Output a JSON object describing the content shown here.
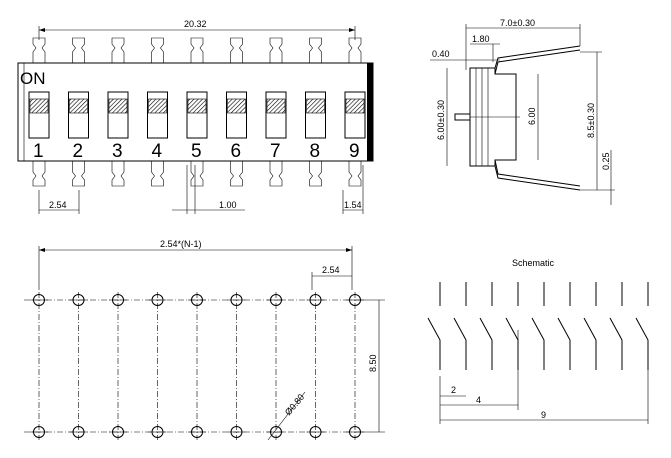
{
  "top_view": {
    "on_label": "ON",
    "switch_numbers": [
      "1",
      "2",
      "3",
      "4",
      "5",
      "6",
      "7",
      "8",
      "9"
    ],
    "dim_total_width": "20.32",
    "dim_pitch": "2.54",
    "dim_slider": "1.00",
    "dim_edge": "1.54"
  },
  "side_view": {
    "dim_depth": "7.0±0.30",
    "dim_lead_a": "0.40",
    "dim_lead_b": "1.80",
    "dim_body_height": "6.00±0.30",
    "dim_inner_height": "6.00",
    "dim_total_height": "8.5±0.30",
    "dim_pin": "0.25"
  },
  "footprint": {
    "dim_span": "2.54*(N-1)",
    "dim_pitch": "2.54",
    "dim_row_spacing": "8.50",
    "dim_hole": "Ø0.80"
  },
  "schematic": {
    "title": "Schematic",
    "dim_a": "2",
    "dim_b": "4",
    "dim_c": "9"
  }
}
